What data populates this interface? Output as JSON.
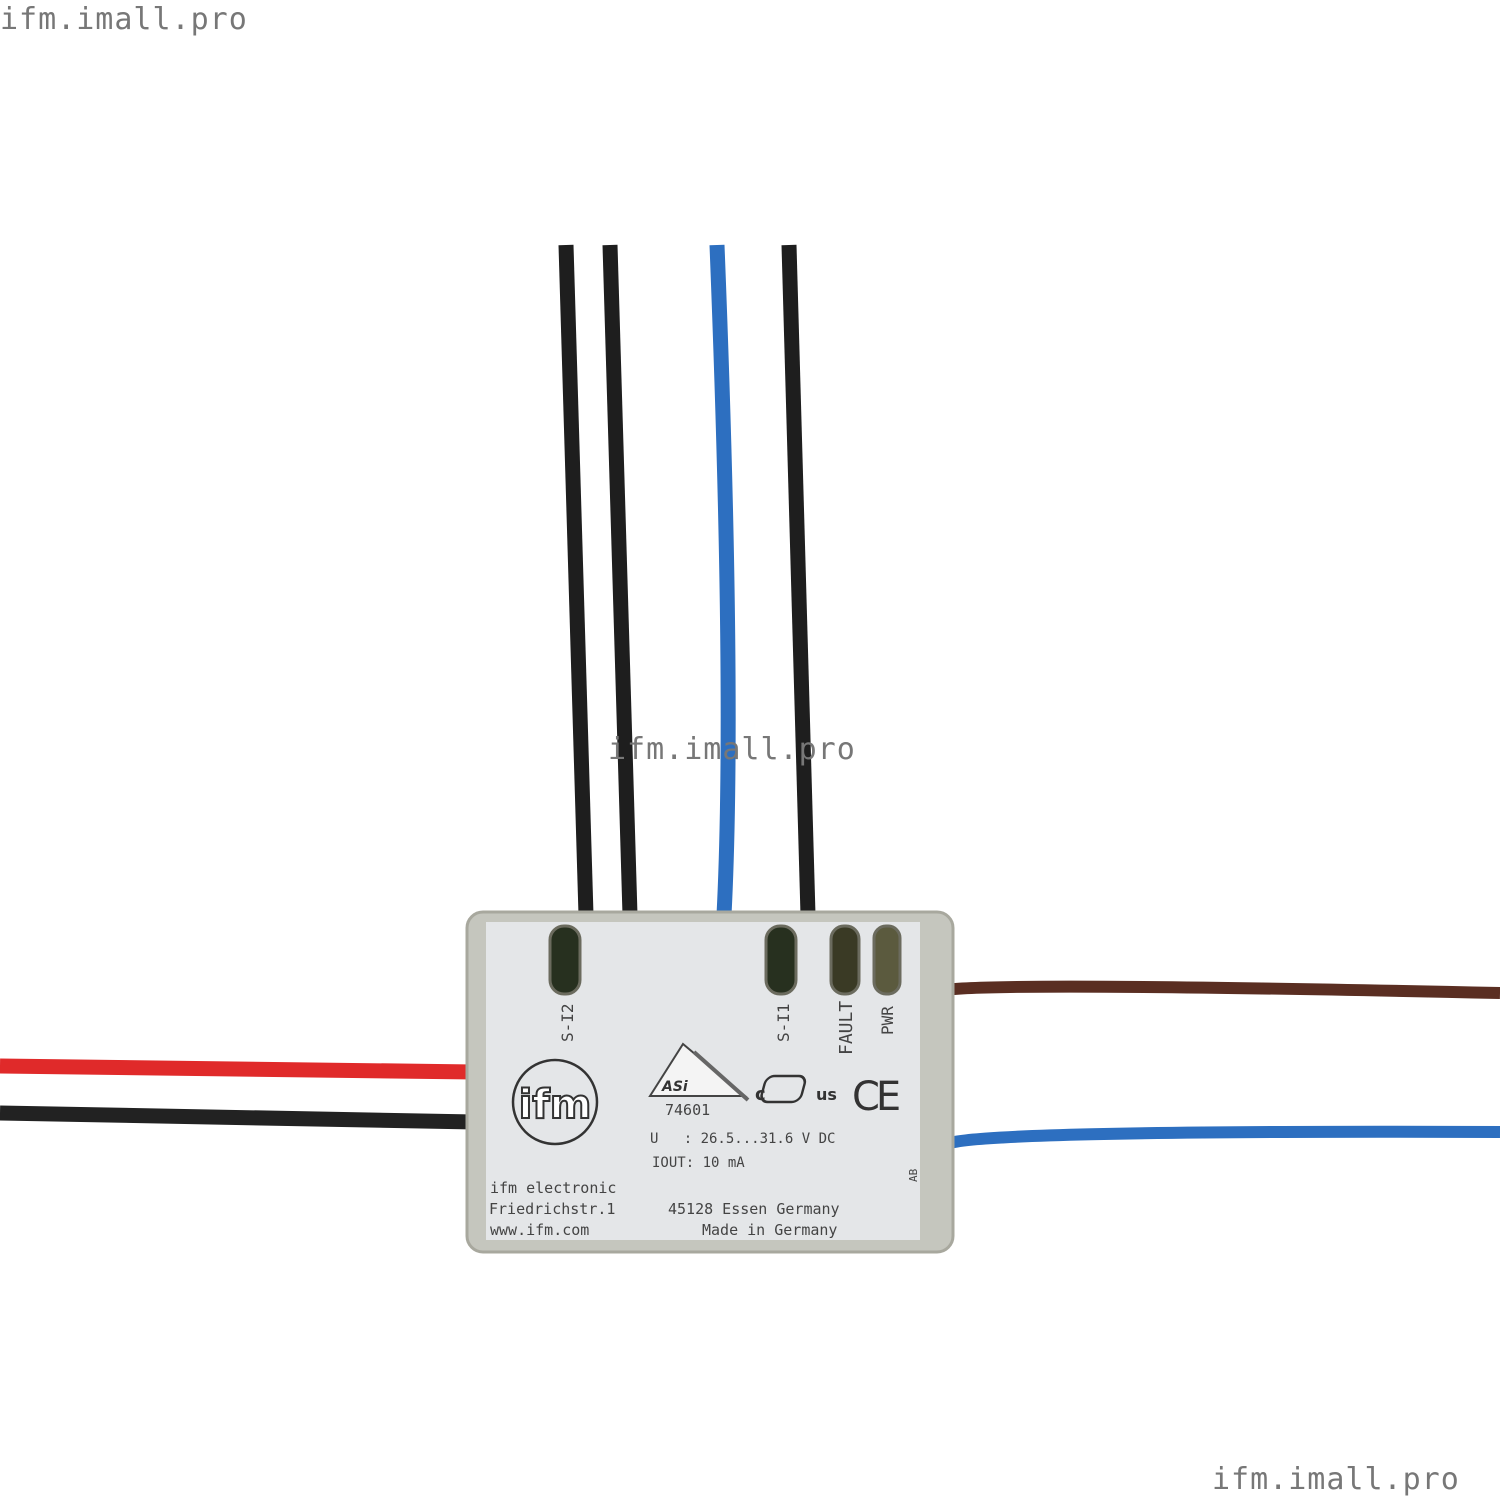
{
  "watermarks": [
    "ifm.imall.pro",
    "ifm.imall.pro",
    "ifm.imall.pro"
  ],
  "device": {
    "led_labels": [
      "S-I2",
      "S-I1",
      "FAULT",
      "PWR"
    ],
    "logo": "ifm",
    "asi_logo": "ASi",
    "cert_code": "74601",
    "ul_c": "c",
    "ul_us": "us",
    "ce_mark": "CE",
    "voltage_line": "U   : 26.5...31.6 V DC",
    "current_line": "IOUT: 10 mA",
    "maker": "ifm electronic",
    "street": "Friedrichstr.1",
    "city": "45128 Essen Germany",
    "website": "www.ifm.com",
    "origin": "Made in Germany",
    "revision": "AB"
  },
  "colors": {
    "wire_black": "#1e1e1e",
    "wire_blue": "#2d6fc0",
    "wire_red": "#e02a2a",
    "wire_brown": "#5a2e22",
    "housing": "#c8c8c0",
    "label": "#e6e8ea"
  }
}
